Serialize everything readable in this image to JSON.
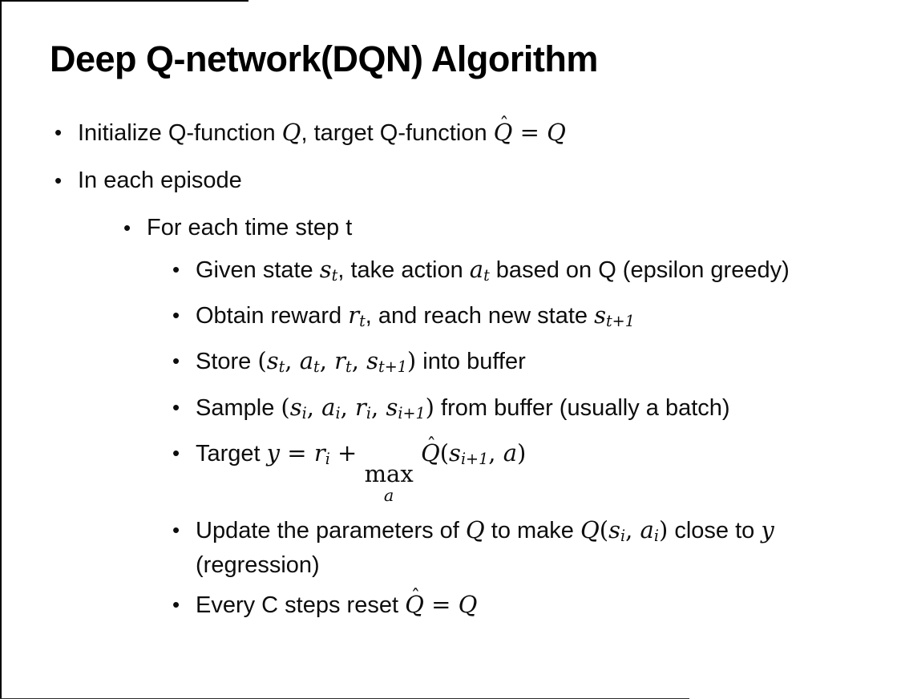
{
  "slide": {
    "title": "Deep Q-network(DQN) Algorithm",
    "background_color": "#ffffff",
    "text_color": "#0d0d0d",
    "title_color": "#000000",
    "border_color": "#000000",
    "bullet_glyph": "•"
  },
  "bullets": [
    {
      "level": 1,
      "segments": [
        {
          "type": "t",
          "value": "Initialize Q-function "
        },
        {
          "type": "v",
          "value": "Q"
        },
        {
          "type": "t",
          "value": ", target Q-function "
        },
        {
          "type": "hat",
          "value": "Q"
        },
        {
          "type": "m",
          "value": " = "
        },
        {
          "type": "v",
          "value": "Q"
        }
      ]
    },
    {
      "level": 1,
      "segments": [
        {
          "type": "t",
          "value": "In each episode"
        }
      ]
    },
    {
      "level": 2,
      "segments": [
        {
          "type": "t",
          "value": "For each time step t"
        }
      ]
    },
    {
      "level": 3,
      "segments": [
        {
          "type": "t",
          "value": "Given state "
        },
        {
          "type": "vs",
          "value": "s",
          "sub": "t"
        },
        {
          "type": "t",
          "value": ", take action "
        },
        {
          "type": "vs",
          "value": "a",
          "sub": "t"
        },
        {
          "type": "t",
          "value": " based on Q (epsilon greedy)"
        }
      ]
    },
    {
      "level": 3,
      "segments": [
        {
          "type": "t",
          "value": "Obtain reward "
        },
        {
          "type": "vs",
          "value": "r",
          "sub": "t"
        },
        {
          "type": "t",
          "value": ", and reach new state "
        },
        {
          "type": "vs",
          "value": "s",
          "sub": "t+1"
        }
      ]
    },
    {
      "level": 3,
      "segments": [
        {
          "type": "t",
          "value": "Store "
        },
        {
          "type": "m",
          "value": "("
        },
        {
          "type": "vs",
          "value": "s",
          "sub": "t"
        },
        {
          "type": "m",
          "value": ", "
        },
        {
          "type": "vs",
          "value": "a",
          "sub": "t"
        },
        {
          "type": "m",
          "value": ", "
        },
        {
          "type": "vs",
          "value": "r",
          "sub": "t"
        },
        {
          "type": "m",
          "value": ", "
        },
        {
          "type": "vs",
          "value": "s",
          "sub": "t+1"
        },
        {
          "type": "m",
          "value": ")"
        },
        {
          "type": "t",
          "value": " into buffer"
        }
      ]
    },
    {
      "level": 3,
      "segments": [
        {
          "type": "t",
          "value": "Sample "
        },
        {
          "type": "m",
          "value": "("
        },
        {
          "type": "vs",
          "value": "s",
          "sub": "i"
        },
        {
          "type": "m",
          "value": ", "
        },
        {
          "type": "vs",
          "value": "a",
          "sub": "i"
        },
        {
          "type": "m",
          "value": ", "
        },
        {
          "type": "vs",
          "value": "r",
          "sub": "i"
        },
        {
          "type": "m",
          "value": ", "
        },
        {
          "type": "vs",
          "value": "s",
          "sub": "i+1"
        },
        {
          "type": "m",
          "value": ")"
        },
        {
          "type": "t",
          "value": " from buffer (usually a batch)"
        }
      ]
    },
    {
      "level": 3,
      "segments": [
        {
          "type": "t",
          "value": "Target "
        },
        {
          "type": "v",
          "value": "y"
        },
        {
          "type": "m",
          "value": " = "
        },
        {
          "type": "vs",
          "value": "r",
          "sub": "i"
        },
        {
          "type": "m",
          "value": " + "
        },
        {
          "type": "underop",
          "op": "max",
          "under": "a"
        },
        {
          "type": "m",
          "value": " "
        },
        {
          "type": "hat",
          "value": "Q"
        },
        {
          "type": "m",
          "value": "("
        },
        {
          "type": "vs",
          "value": "s",
          "sub": "i+1"
        },
        {
          "type": "m",
          "value": ", "
        },
        {
          "type": "v",
          "value": "a"
        },
        {
          "type": "m",
          "value": ")"
        }
      ]
    },
    {
      "level": 3,
      "segments": [
        {
          "type": "t",
          "value": "Update the parameters of "
        },
        {
          "type": "v",
          "value": "Q"
        },
        {
          "type": "t",
          "value": " to make "
        },
        {
          "type": "v",
          "value": "Q"
        },
        {
          "type": "m",
          "value": "("
        },
        {
          "type": "vs",
          "value": "s",
          "sub": "i"
        },
        {
          "type": "m",
          "value": ", "
        },
        {
          "type": "vs",
          "value": "a",
          "sub": "i"
        },
        {
          "type": "m",
          "value": ")"
        },
        {
          "type": "t",
          "value": " close to "
        },
        {
          "type": "v",
          "value": "y"
        },
        {
          "type": "t",
          "value": " (regression)"
        }
      ]
    },
    {
      "level": 3,
      "segments": [
        {
          "type": "t",
          "value": "Every C steps reset "
        },
        {
          "type": "hat",
          "value": "Q"
        },
        {
          "type": "m",
          "value": " = "
        },
        {
          "type": "v",
          "value": "Q"
        }
      ]
    }
  ]
}
